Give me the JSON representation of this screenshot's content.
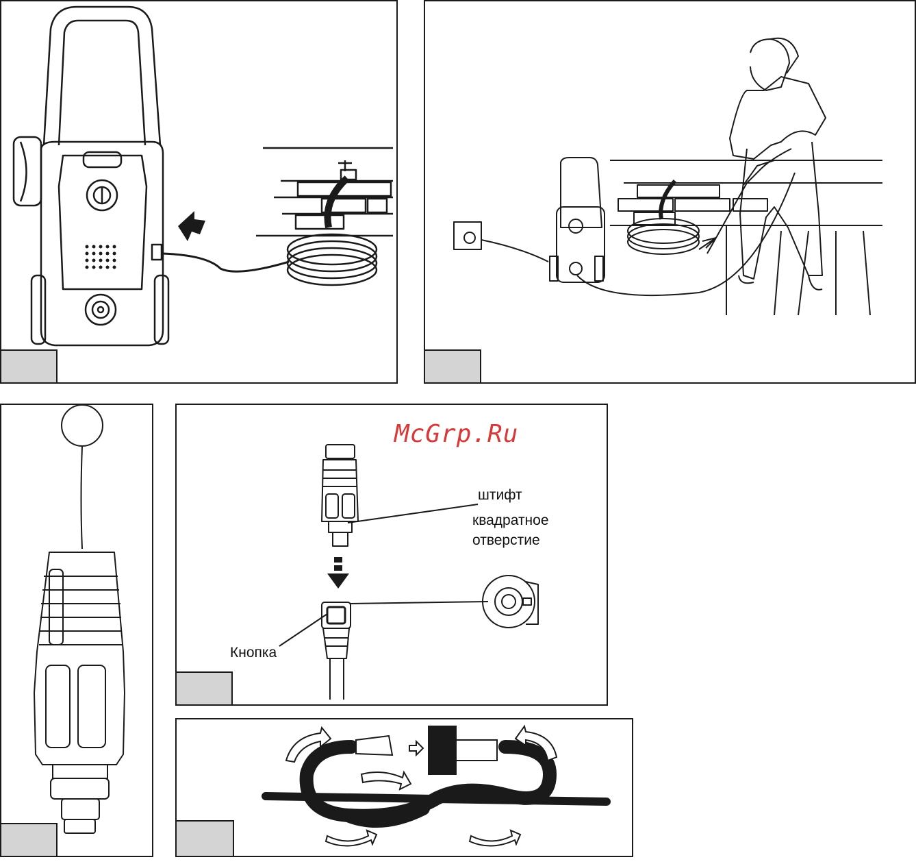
{
  "watermark": "McGrp.Ru",
  "labels": {
    "pin": "штифт",
    "square_hole_line1": "квадратное",
    "square_hole_line2": "отверстие",
    "button": "Кнопка"
  },
  "colors": {
    "line": "#1a1a1a",
    "tag_fill": "#d4d4d4",
    "watermark": "#d83838"
  }
}
